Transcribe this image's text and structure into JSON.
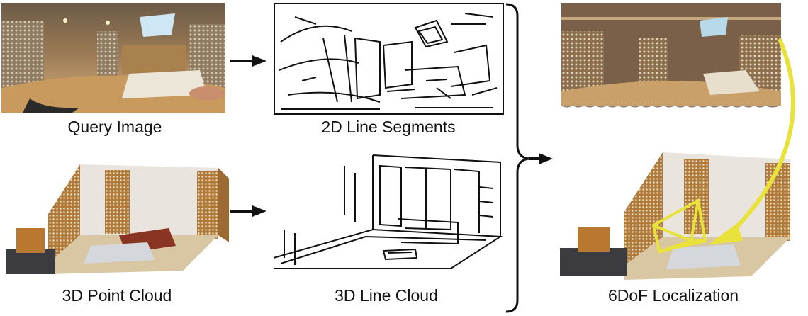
{
  "captions": {
    "query_image": "Query Image",
    "line_segments_2d": "2D Line Segments",
    "point_cloud_3d": "3D Point Cloud",
    "line_cloud_3d": "3D Line Cloud",
    "localization_6dof": "6DoF Localization"
  },
  "colors": {
    "arrow": "#111111",
    "pose_highlight": "#e8e23a",
    "wood": "#b9782f",
    "floor": "#d9c7a4"
  }
}
